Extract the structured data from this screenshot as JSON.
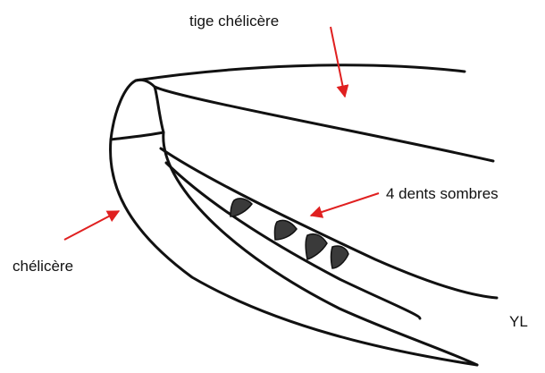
{
  "labels": {
    "stem": "tige chélicère",
    "teeth": "4 dents sombres",
    "chelicera": "chélicère",
    "author": "YL"
  },
  "colors": {
    "ink": "#111111",
    "arrow": "#e02020",
    "teeth_fill": "#3a3a3a",
    "background": "#ffffff"
  }
}
